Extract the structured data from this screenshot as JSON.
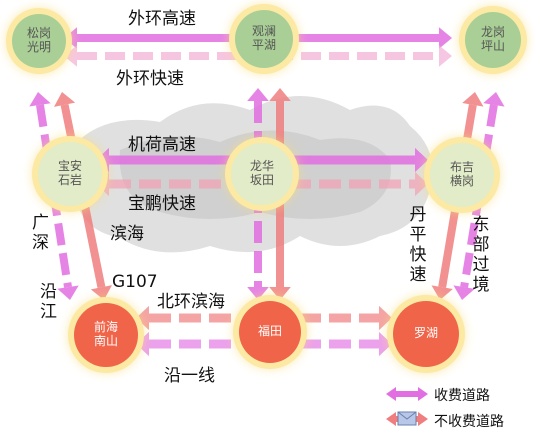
{
  "nodes": {
    "songgang": {
      "label": "松岗光明",
      "tier": "green"
    },
    "guanlan": {
      "label": "观澜平湖",
      "tier": "green"
    },
    "longgang": {
      "label": "龙岗坪山",
      "tier": "green"
    },
    "baoan": {
      "label": "宝安石岩",
      "tier": "pale"
    },
    "longhua": {
      "label": "龙华坂田",
      "tier": "pale"
    },
    "buji": {
      "label": "布吉横岗",
      "tier": "pale"
    },
    "qianhai": {
      "label": "前海南山",
      "tier": "red"
    },
    "futian": {
      "label": "福田",
      "tier": "red"
    },
    "luohu": {
      "label": "罗湖",
      "tier": "red"
    }
  },
  "roads": {
    "waihuan_gaosu": "外环高速",
    "waihuan_kuaisu": "外环快速",
    "jihe_gaosu": "机荷高速",
    "baopeng_kuaisu": "宝鹏快速",
    "guangshen": "广深",
    "yanjiang": "沿江",
    "binhai": "滨海",
    "g107": "G107",
    "beihuan_binhai": "北环滨海",
    "yanyixian": "沿一线",
    "danping_kuaisu": "丹平快速",
    "dongbu_guojing": "东部过境"
  },
  "legend": {
    "toll": "收费道路",
    "free": "不收费道路"
  },
  "colors": {
    "toll": "#e26fe2",
    "free": "#f07e7e",
    "node_green": "#a9cf96",
    "node_pale": "#e2ecc8",
    "node_red": "#f0644a",
    "halo": "#fbe9a4"
  }
}
